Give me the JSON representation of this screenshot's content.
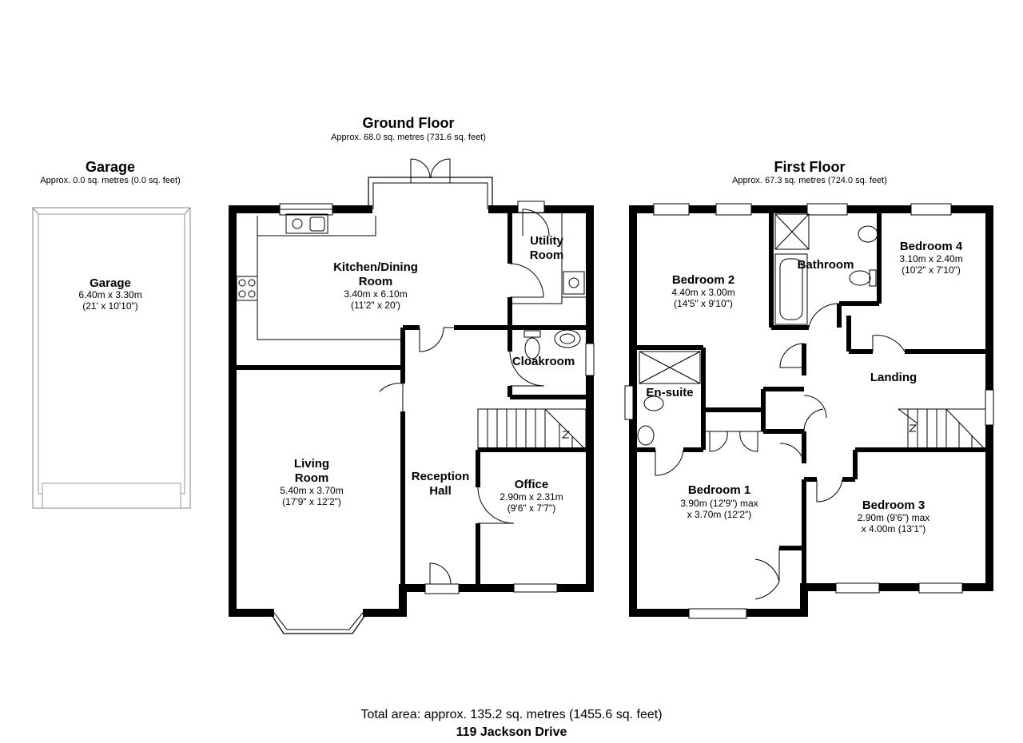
{
  "colors": {
    "wall": "#000000",
    "fixture": "#7a7a7a",
    "background": "#ffffff",
    "fill": "#ffffff"
  },
  "garage": {
    "title": "Garage",
    "area": "Approx. 0.0 sq. metres (0.0 sq. feet)",
    "room": {
      "name": "Garage",
      "dim_m": "6.40m x 3.30m",
      "dim_ft": "(21' x 10'10\")"
    }
  },
  "ground_floor": {
    "title": "Ground Floor",
    "area": "Approx. 68.0 sq. metres (731.6 sq. feet)",
    "rooms": {
      "kitchen": {
        "name_1": "Kitchen/Dining",
        "name_2": "Room",
        "dim_m": "3.40m x 6.10m",
        "dim_ft": "(11'2\" x 20')"
      },
      "utility": {
        "name_1": "Utility",
        "name_2": "Room"
      },
      "cloakroom": {
        "name": "Cloakroom"
      },
      "living": {
        "name_1": "Living",
        "name_2": "Room",
        "dim_m": "5.40m x 3.70m",
        "dim_ft": "(17'9\" x 12'2\")"
      },
      "reception": {
        "name_1": "Reception",
        "name_2": "Hall"
      },
      "office": {
        "name": "Office",
        "dim_m": "2.90m x 2.31m",
        "dim_ft": "(9'6\" x 7'7\")"
      }
    }
  },
  "first_floor": {
    "title": "First Floor",
    "area": "Approx. 67.3 sq. metres (724.0 sq. feet)",
    "rooms": {
      "bedroom2": {
        "name": "Bedroom 2",
        "dim_m": "4.40m x 3.00m",
        "dim_ft": "(14'5\" x 9'10\")"
      },
      "bathroom": {
        "name": "Bathroom"
      },
      "bedroom4": {
        "name": "Bedroom 4",
        "dim_m": "3.10m x 2.40m",
        "dim_ft": "(10'2\" x 7'10\")"
      },
      "ensuite": {
        "name": "En-suite"
      },
      "landing": {
        "name": "Landing"
      },
      "bedroom1": {
        "name": "Bedroom 1",
        "dim_1": "3.90m (12'9\") max",
        "dim_2": "x 3.70m (12'2\")"
      },
      "bedroom3": {
        "name": "Bedroom 3",
        "dim_1": "2.90m (9'6\") max",
        "dim_2": "x 4.00m (13'1\")"
      }
    }
  },
  "footer": {
    "total_area": "Total area: approx. 135.2 sq. metres (1455.6 sq. feet)",
    "address": "119 Jackson Drive"
  }
}
